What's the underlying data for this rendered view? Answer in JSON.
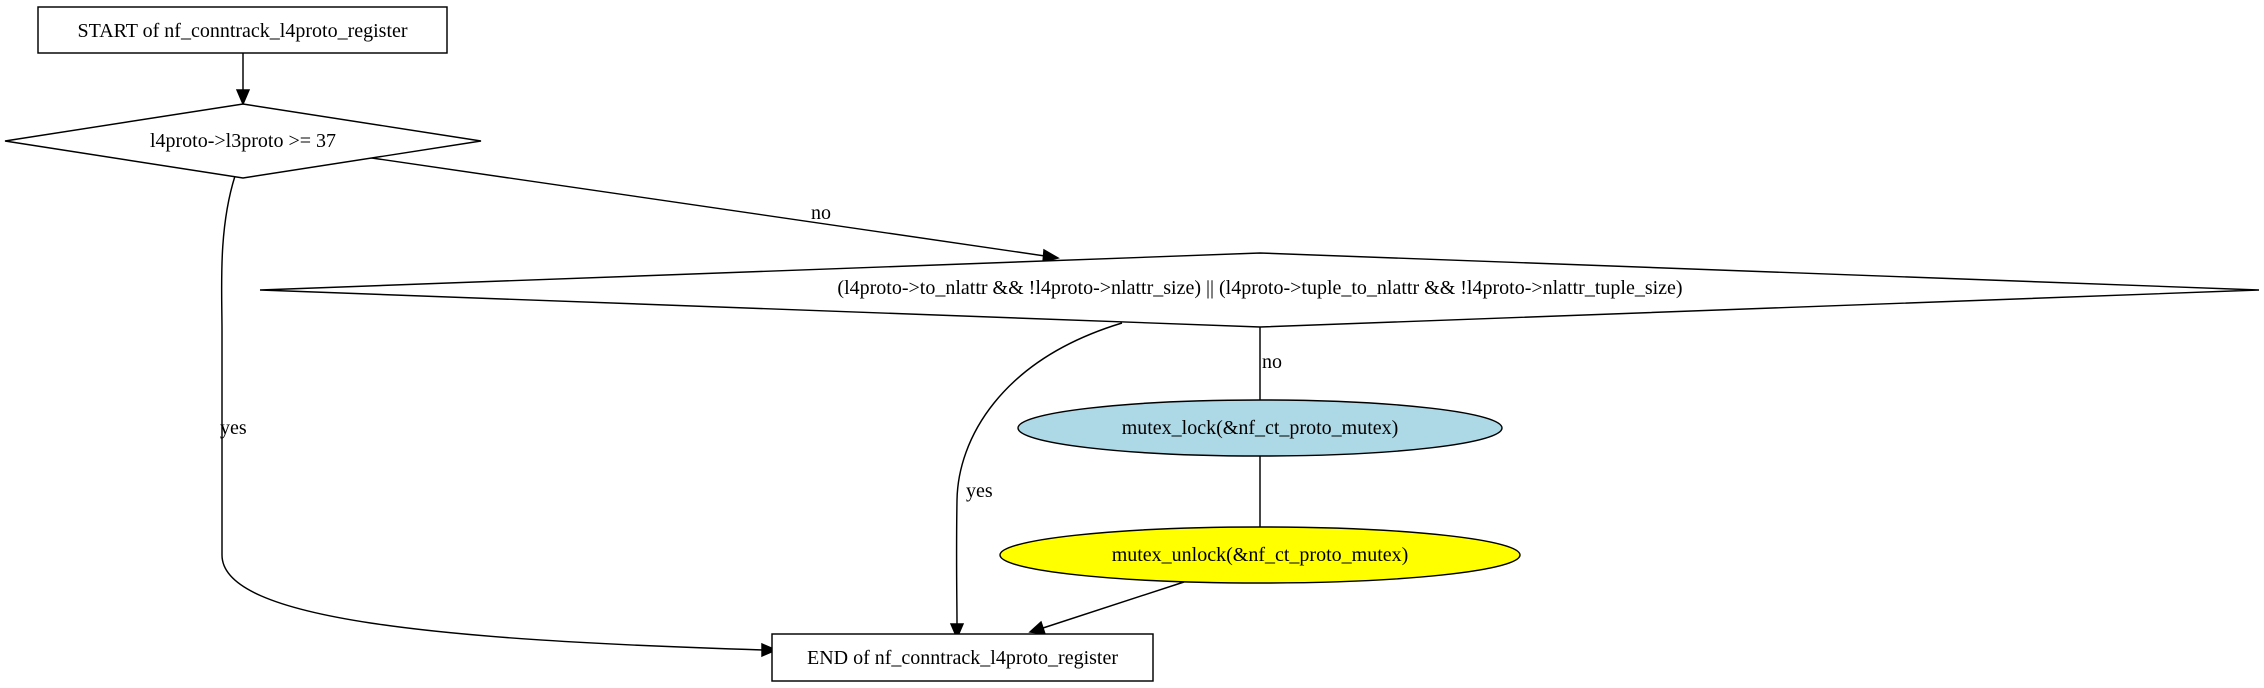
{
  "nodes": {
    "start": {
      "label": "START of nf_conntrack_l4proto_register"
    },
    "cond1": {
      "label": "l4proto->l3proto >= 37"
    },
    "cond2": {
      "label": "(l4proto->to_nlattr && !l4proto->nlattr_size) || (l4proto->tuple_to_nlattr && !l4proto->nlattr_tuple_size)"
    },
    "lock": {
      "label": "mutex_lock(&nf_ct_proto_mutex)",
      "fill": "#add8e6"
    },
    "unlock": {
      "label": "mutex_unlock(&nf_ct_proto_mutex)",
      "fill": "#ffff00"
    },
    "end": {
      "label": "END of nf_conntrack_l4proto_register"
    }
  },
  "edges": {
    "cond1_no": {
      "label": "no"
    },
    "cond1_yes": {
      "label": "yes"
    },
    "cond2_no": {
      "label": "no"
    },
    "cond2_yes": {
      "label": "yes"
    }
  }
}
